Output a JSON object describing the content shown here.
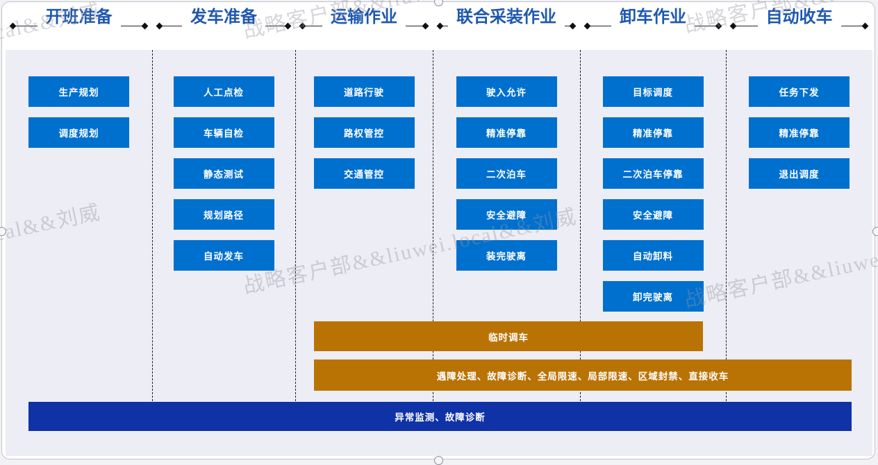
{
  "colors": {
    "task_blue": "#0070ce",
    "bar_gold": "#b97305",
    "bar_navy": "#0f32a6",
    "header_text": "#1e57b0"
  },
  "sections": [
    {
      "title": "开班准备",
      "tasks": [
        "生产规划",
        "调度规划"
      ]
    },
    {
      "title": "发车准备",
      "tasks": [
        "人工点检",
        "车辆自检",
        "静态测试",
        "规划路径",
        "自动发车"
      ]
    },
    {
      "title": "运输作业",
      "tasks": [
        "道路行驶",
        "路权管控",
        "交通管控"
      ]
    },
    {
      "title": "联合采装作业",
      "tasks": [
        "驶入允许",
        "精准停靠",
        "二次泊车",
        "安全避障",
        "装完驶离"
      ]
    },
    {
      "title": "卸车作业",
      "tasks": [
        "目标调度",
        "精准停靠",
        "二次泊车停靠",
        "安全避障",
        "自动卸料",
        "卸完驶离"
      ]
    },
    {
      "title": "自动收车",
      "tasks": [
        "任务下发",
        "精准停靠",
        "退出调度"
      ]
    }
  ],
  "overlay_bars": [
    {
      "label": "临时调车",
      "color": "gold"
    },
    {
      "label": "遇障处理、故障诊断、全局限速、局部限速、区域封禁、直接收车",
      "color": "gold"
    },
    {
      "label": "异常监测、故障诊断",
      "color": "navy"
    }
  ],
  "watermark": {
    "full_text": "战略客户部&&liuwei.local&&刘威",
    "fragments": [
      "战略客户部&&liuwei.local&&刘威",
      "local&&刘威",
      "战略客户部&&liuwei."
    ]
  }
}
